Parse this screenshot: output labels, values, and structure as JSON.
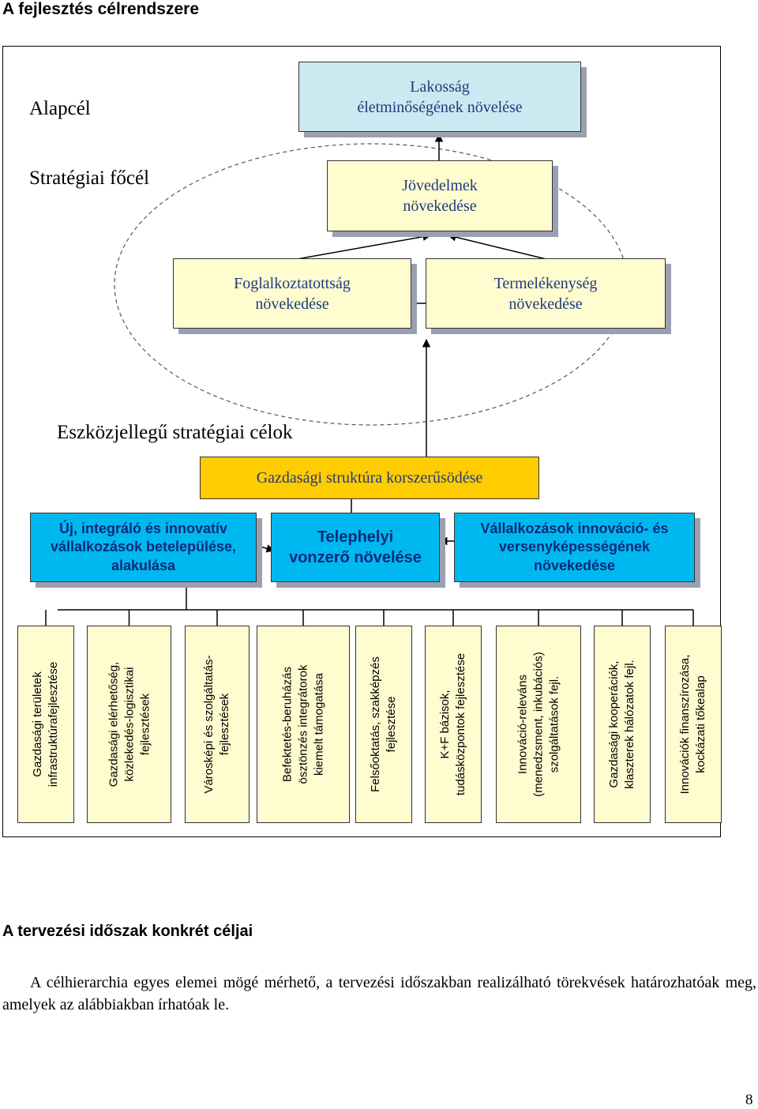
{
  "page_title": "A fejlesztés célrendszere",
  "labels": {
    "alapcel": "Alapcél",
    "strategiai_focel": "Stratégiai főcél",
    "eszkozjellegu": "Eszközjellegű stratégiai célok"
  },
  "boxes": {
    "lakossag": [
      "Lakosság",
      "életminőségének növelése"
    ],
    "jovedelmek": [
      "Jövedelmek",
      "növekedése"
    ],
    "foglalkoztatottsag": [
      "Foglalkoztatottság",
      "növekedése"
    ],
    "termelekenyseg": [
      "Termelékenység",
      "növekedése"
    ],
    "gazdasagi_struktura": "Gazdasági struktúra korszerűsödése",
    "uj_integralo": [
      "Új, integráló és innovatív",
      "vállalkozások betelepülése,",
      "alakulása"
    ],
    "telephelyi": [
      "Telephelyi",
      "vonzerő növelése"
    ],
    "vallalkozasok": [
      "Vállalkozások innováció- és",
      "versenyképességének",
      "növekedése"
    ]
  },
  "vertical_boxes": [
    [
      "Gazdasági területek",
      "infrastruktúrafejlesztése"
    ],
    [
      "Gazdasági elérhetőség,",
      "közlekedés-logisztikai",
      "fejlesztések"
    ],
    [
      "Városképi és szolgáltatás-",
      "fejlesztések"
    ],
    [
      "Befektetés-beruházás",
      "ösztönzés  integrátorok",
      "kiemelt támogatása"
    ],
    [
      "Felsőoktatás, szakképzés",
      "fejlesztése"
    ],
    [
      "K+F bázisok,",
      "tudásközpontok fejlesztése"
    ],
    [
      "Innováció-releváns",
      "(menedzsment, inkubációs)",
      "szolgáltatások fejl."
    ],
    [
      "Gazdasági kooperációk,",
      "klaszterek  hálózatok fejl."
    ],
    [
      "Innovációk finanszírozása,",
      "kockázati tőkealap"
    ]
  ],
  "section_title": "A tervezési időszak konkrét céljai",
  "paragraph": "A célhierarchia egyes elemei mögé mérhető, a tervezési időszakban realizálható törekvések határozhatóak meg, amelyek az alábbiakban írhatóak le.",
  "page_number": "8"
}
